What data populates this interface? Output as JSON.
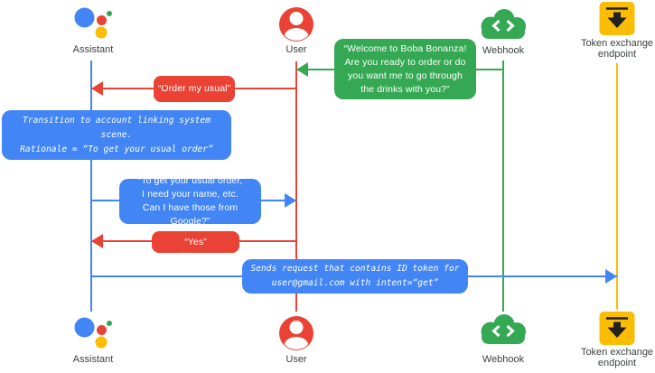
{
  "colors": {
    "blue": "#4285F4",
    "red": "#EA4335",
    "green": "#34A853",
    "yellow": "#FBBC04",
    "icon_glyph_dark": "#212121",
    "label_text": "#3C4043",
    "message_text": "#FFFFFF",
    "background": "#FFFFFF"
  },
  "actors": {
    "assistant": {
      "label": "Assistant",
      "icon": "google-assistant-logo",
      "lifeline_color": "#4285F4"
    },
    "user": {
      "label": "User",
      "icon": "user-avatar",
      "lifeline_color": "#EA4335"
    },
    "webhook": {
      "label": "Webhook",
      "icon": "cloud-code",
      "lifeline_color": "#34A853"
    },
    "token": {
      "label": "Token exchange\nendpoint",
      "icon": "inbox-download-arrow",
      "lifeline_color": "#FBBC04"
    }
  },
  "messages": {
    "welcome": {
      "from": "Webhook",
      "to": "User",
      "color": "#34A853",
      "text": "“Welcome to Boba Bonanza!\nAre you ready to order or do\nyou want me to go through\nthe drinks with you?”"
    },
    "order_my_usual": {
      "from": "User",
      "to": "Assistant",
      "color": "#EA4335",
      "text": "“Order my usual”"
    },
    "transition_note": {
      "type": "note",
      "color": "#4285F4",
      "text": "Transition to account linking system scene.\nRationale = “To get your usual order”"
    },
    "need_your_name": {
      "from": "Assistant",
      "to": "User",
      "color": "#4285F4",
      "text": "“To get your usual order,\nI need your name, etc.\nCan I have those from Google?”"
    },
    "yes": {
      "from": "User",
      "to": "Assistant",
      "color": "#EA4335",
      "text": "“Yes”"
    },
    "sends_request": {
      "from": "Assistant",
      "to": "Token exchange endpoint",
      "color": "#4285F4",
      "text": "Sends request that contains ID token for\nuser@gmail.com with intent=“get”"
    }
  }
}
